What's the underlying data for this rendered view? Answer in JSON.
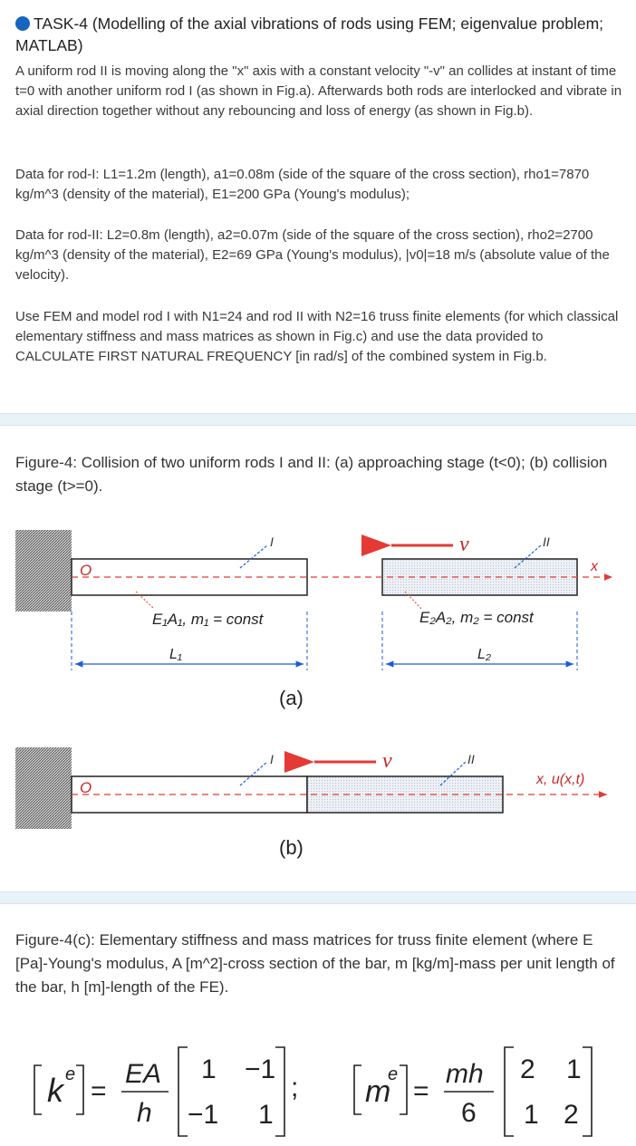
{
  "title": "TASK-4 (Modelling of the axial vibrations of rods using FEM; eigenvalue problem; MATLAB)",
  "intro": "A uniform rod II is moving along the \"x\" axis with a constant velocity \"-v\" an collides at instant of time t=0 with another uniform rod I (as shown in Fig.a). Afterwards both rods are interlocked and vibrate in axial direction together without any rebouncing and loss of energy (as shown in Fig.b).",
  "rod1_data": "Data for rod-I: L1=1.2m (length),  a1=0.08m (side of the square of the cross section), rho1=7870 kg/m^3 (density of the material), E1=200 GPa (Young's modulus);",
  "rod2_data": "Data for rod-II: L2=0.8m (length),  a2=0.07m (side of the square of the cross section), rho2=2700 kg/m^3 (density of the material), E2=69 GPa (Young's modulus), |v0|=18 m/s (absolute value of the velocity).",
  "instructions": "Use FEM and model rod I with N1=24 and rod II with N2=16 truss finite elements (for which classical elementary stiffness and mass matrices as shown in Fig.c) and use the data provided to CALCULATE FIRST NATURAL FREQUENCY [in rad/s] of the combined system in Fig.b.",
  "fig4_caption": "Figure-4: Collision of two uniform rods I and II: (a) approaching stage (t<0); (b) collision stage (t>=0).",
  "fig4c_caption": "Figure-4(c): Elementary stiffness and mass matrices for truss finite element (where E [Pa]-Young's modulus, A [m^2]-cross section of the bar, m [kg/m]-mass per unit length of the bar, h [m]-length of the FE).",
  "figure": {
    "origin": "O",
    "rod1": "I",
    "rod2": "II",
    "velocity": "v",
    "x_axis_a": "x",
    "x_axis_b": "x, u(x,t)",
    "rod1_props": "E₁A₁, m₁ = const",
    "rod2_props": "E₂A₂, m₂ = const",
    "len1": "L₁",
    "len2": "L₂",
    "label_a": "(a)",
    "label_b": "(b)"
  },
  "matrices": {
    "k_symbol": "k",
    "m_symbol": "m",
    "superscript": "e",
    "k_coef_num": "EA",
    "k_coef_den": "h",
    "k_entries": [
      "1",
      "−1",
      "−1",
      "1"
    ],
    "m_coef_num": "mh",
    "m_coef_den": "6",
    "m_entries": [
      "2",
      "1",
      "1",
      "2"
    ],
    "equals": "=",
    "separator": ";"
  },
  "colors": {
    "accent_dot": "#1565c0",
    "arrow_red": "#e53935",
    "dim_blue": "#1e5bd8",
    "axis_red": "#e53935",
    "separator_bg": "#e8f3f9"
  }
}
